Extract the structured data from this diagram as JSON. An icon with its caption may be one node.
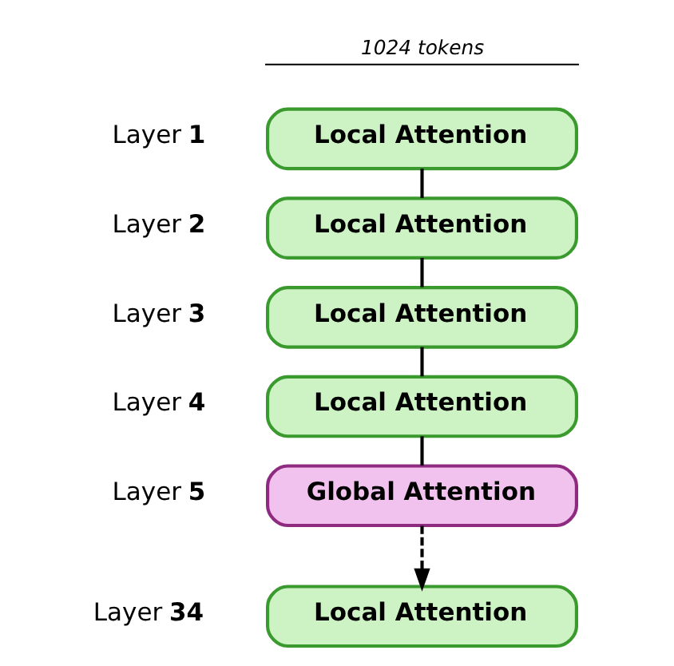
{
  "diagram": {
    "nodes": [
      {
        "text": [
          "Local Attention"
        ],
        "beside": [
          "Layer **1**"
        ]
      },
      {
        "text": [
          "Local Attention"
        ],
        "beside": [
          "Layer **2**"
        ]
      },
      {
        "text": [
          "Local Attention"
        ],
        "beside": [
          "Layer **3**"
        ]
      },
      {
        "text": [
          "Local Attention"
        ],
        "beside": [
          "Layer **4**"
        ]
      },
      {
        "text": [
          "Global Attention"
        ],
        "beside": [
          "Layer **5**"
        ]
      },
      {
        "text": [
          "Local Attention"
        ],
        "beside": [
          "Layer **34**"
        ]
      }
    ],
    "edges": [
      {
        "from": 0,
        "to": 1,
        "arrow": "none"
      },
      {
        "from": 1,
        "to": 2,
        "arrow": "none"
      },
      {
        "from": 2,
        "to": 3,
        "arrow": "none"
      },
      {
        "from": 3,
        "to": 4,
        "arrow": "none"
      },
      {
        "from": 4,
        "to": 5,
        "arrow": "to",
        "style": "dashed"
      }
    ],
    "labels": [
      "1024 tokens"
    ]
  }
}
